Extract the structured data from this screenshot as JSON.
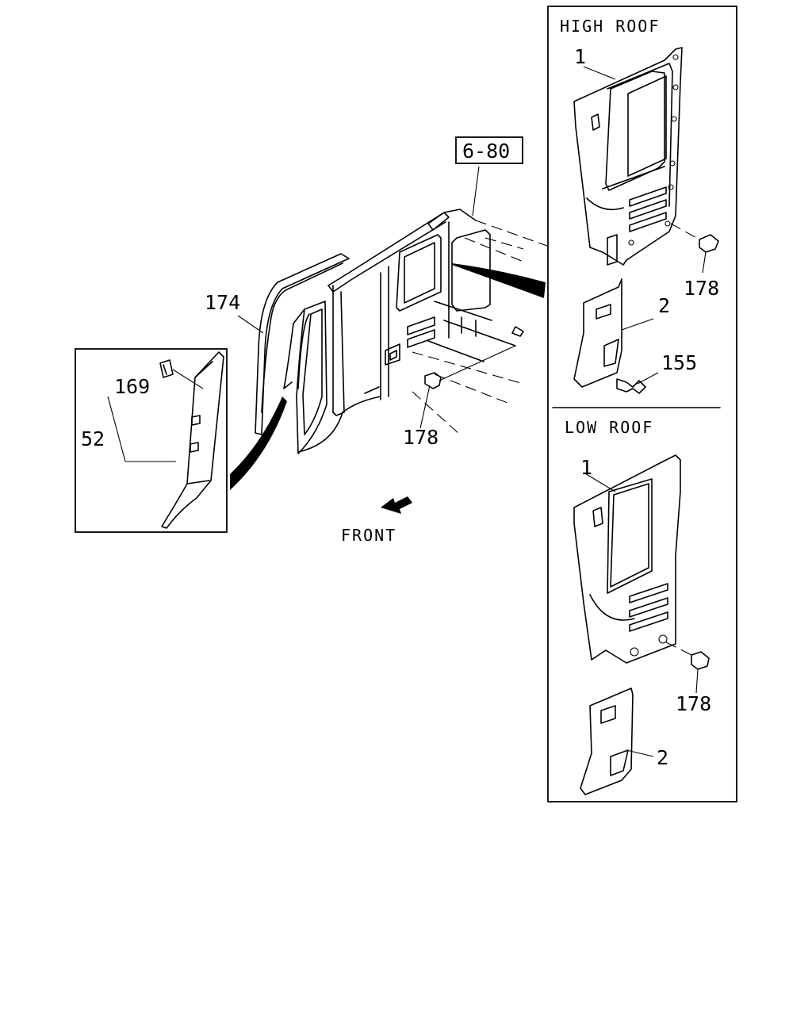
{
  "callouts": {
    "ref_box": "6-80",
    "part_174": "174",
    "part_169": "169",
    "part_52": "52",
    "part_178_main": "178",
    "front": "FRONT"
  },
  "high_roof": {
    "title": "HIGH ROOF",
    "part_1": "1",
    "part_178": "178",
    "part_2": "2",
    "part_155": "155"
  },
  "low_roof": {
    "title": "LOW ROOF",
    "part_1": "1",
    "part_178": "178",
    "part_2": "2"
  },
  "colors": {
    "line": "#000000",
    "background": "#ffffff"
  }
}
